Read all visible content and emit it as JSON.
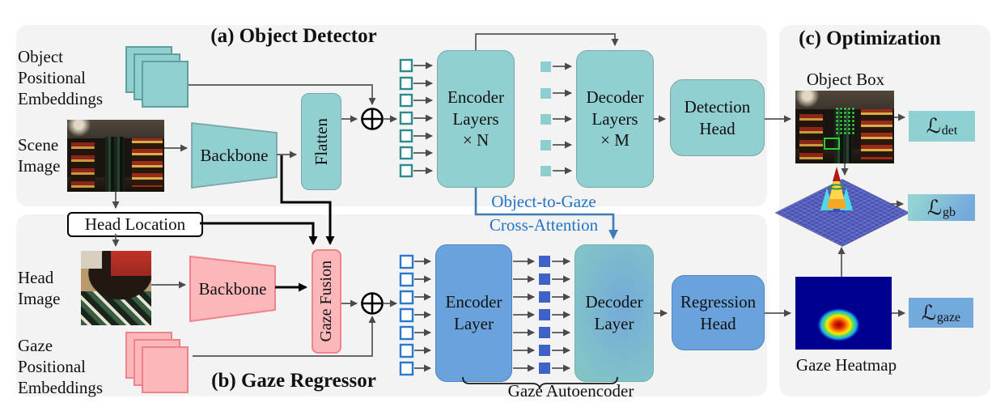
{
  "panel_a": {
    "title": "(a) Object Detector",
    "object_embeddings_label": [
      "Object",
      "Positional",
      "Embeddings"
    ],
    "scene_image_label": [
      "Scene",
      "Image"
    ],
    "backbone_label": "Backbone",
    "flatten_label": "Flatten",
    "encoder_label": [
      "Encoder",
      "Layers",
      "× N"
    ],
    "decoder_label": [
      "Decoder",
      "Layers",
      "× M"
    ],
    "detection_head_label": [
      "Detection",
      "Head"
    ],
    "query_token_count": 7,
    "decoder_token_count": 5
  },
  "cross_attention": {
    "line1": "Object-to-Gaze",
    "line2": "Cross-Attention"
  },
  "panel_b": {
    "title": "(b) Gaze Regressor",
    "head_location_label": "Head Location",
    "head_image_label": [
      "Head",
      "Image"
    ],
    "gaze_embeddings_label": [
      "Gaze",
      "Positional",
      "Embeddings"
    ],
    "backbone_label": "Backbone",
    "gaze_fusion_label": "Gaze Fusion",
    "encoder_label": [
      "Encoder",
      "Layer"
    ],
    "decoder_label": [
      "Decoder",
      "Layer"
    ],
    "regression_head_label": [
      "Regression",
      "Head"
    ],
    "autoencoder_label": "Gaze Autoencoder",
    "query_token_count": 7,
    "latent_token_count": 7
  },
  "panel_c": {
    "title": "(c) Optimization",
    "object_box_label": "Object Box",
    "gaze_heatmap_label": "Gaze Heatmap",
    "losses": {
      "det": {
        "symbol": "ℒ",
        "sub": "det"
      },
      "gb": {
        "symbol": "ℒ",
        "sub": "gb"
      },
      "gaze": {
        "symbol": "ℒ",
        "sub": "gaze"
      }
    }
  },
  "colors": {
    "panel_bg": "#f3f3f4",
    "teal_box": "#92cfd1",
    "pink_box": "#fbb7ba",
    "blue_box": "#6aa3dc",
    "object_query_border": "#2e8b8b",
    "gaze_query_border": "#2979d0",
    "gaze_latent_fill": "#3e62c8",
    "cross_attention_blue": "#2474c4",
    "loss_det_bg": "#8fd0d2",
    "loss_gaze_bg": "#73aadd",
    "heatmap_bg": "#00008f",
    "surface_bg": "#4b55b4",
    "detection_box_green": "#27d02c"
  }
}
